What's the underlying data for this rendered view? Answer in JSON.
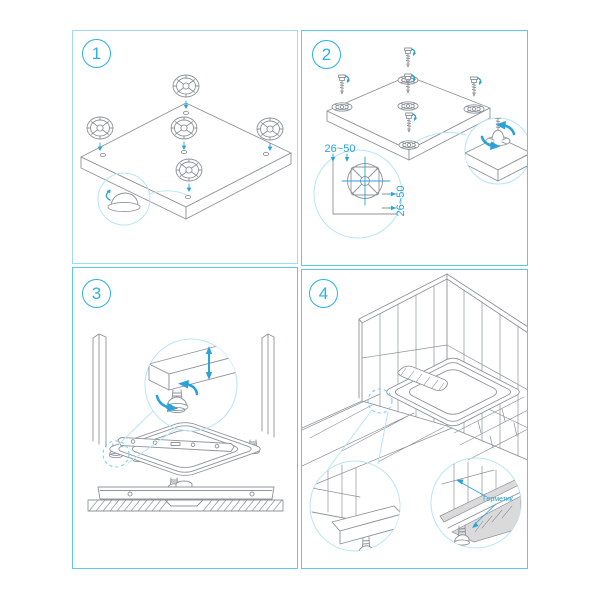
{
  "colors": {
    "accent_blue": "#2aa2da",
    "panel_border": "#5ec7f0",
    "panel_border_light": "#9edcf6",
    "line_gray": "#8e949b",
    "detail_circle_blue": "#b9e4f7",
    "sealant_gray": "#dadada",
    "background": "#ffffff"
  },
  "panels": [
    {
      "number": "1"
    },
    {
      "number": "2",
      "dim_h": "26~50",
      "dim_v": "26~50"
    },
    {
      "number": "3"
    },
    {
      "number": "4",
      "sealant_label": "Герметик"
    }
  ],
  "icons": {
    "adjustable_foot_top": "disc-with-cross-spokes",
    "adjustable_foot_side": "dome-on-base",
    "screw_bolt": "threaded-bolt",
    "rotation_arrows": "blue-curved-arrows",
    "insert_arrow": "blue-down-arrow",
    "height_arrow": "blue-double-vertical-arrow",
    "detail_view": "magnifier-circle"
  }
}
